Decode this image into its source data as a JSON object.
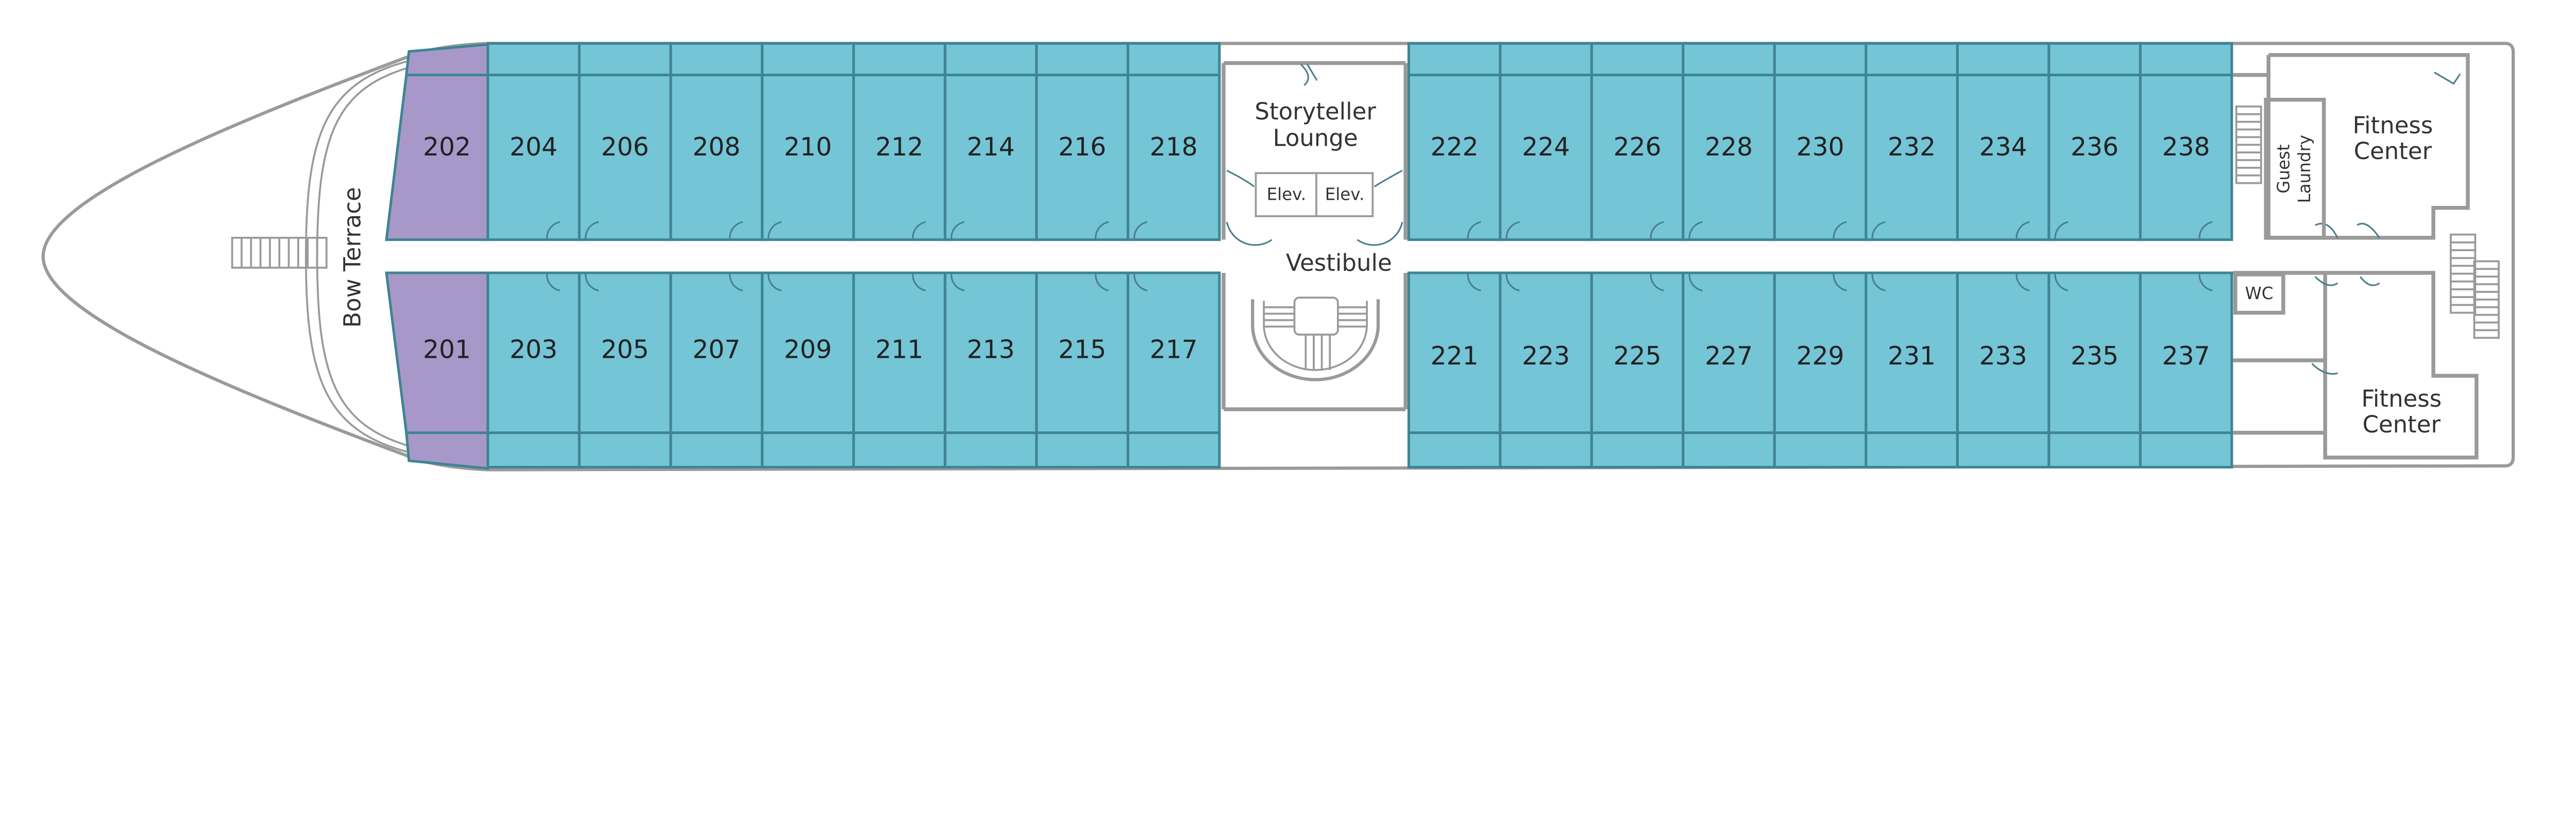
{
  "colors": {
    "purple_cabin": "#A898C9",
    "teal_cabin": "#74C5D6",
    "cabin_border": "#3F8494",
    "wall": "#9A9A9A"
  },
  "cabins": {
    "purple_top": "202",
    "purple_bottom": "201",
    "forward_top": [
      "204",
      "206",
      "208",
      "210",
      "212",
      "214",
      "216",
      "218"
    ],
    "forward_bottom": [
      "203",
      "205",
      "207",
      "209",
      "211",
      "213",
      "215",
      "217"
    ],
    "aft_top": [
      "222",
      "224",
      "226",
      "228",
      "230",
      "232",
      "234",
      "236",
      "238"
    ],
    "aft_bottom": [
      "221",
      "223",
      "225",
      "227",
      "229",
      "231",
      "233",
      "235",
      "237"
    ]
  },
  "areas": {
    "bow_terrace": "Bow Terrace",
    "lounge_line1": "Storyteller",
    "lounge_line2": "Lounge",
    "elevator_1": "Elev.",
    "elevator_2": "Elev.",
    "vestibule": "Vestibule",
    "laundry_line1": "Guest",
    "laundry_line2": "Laundry",
    "fitness_upper_line1": "Fitness",
    "fitness_upper_line2": "Center",
    "fitness_lower_line1": "Fitness",
    "fitness_lower_line2": "Center",
    "wc": "WC"
  }
}
